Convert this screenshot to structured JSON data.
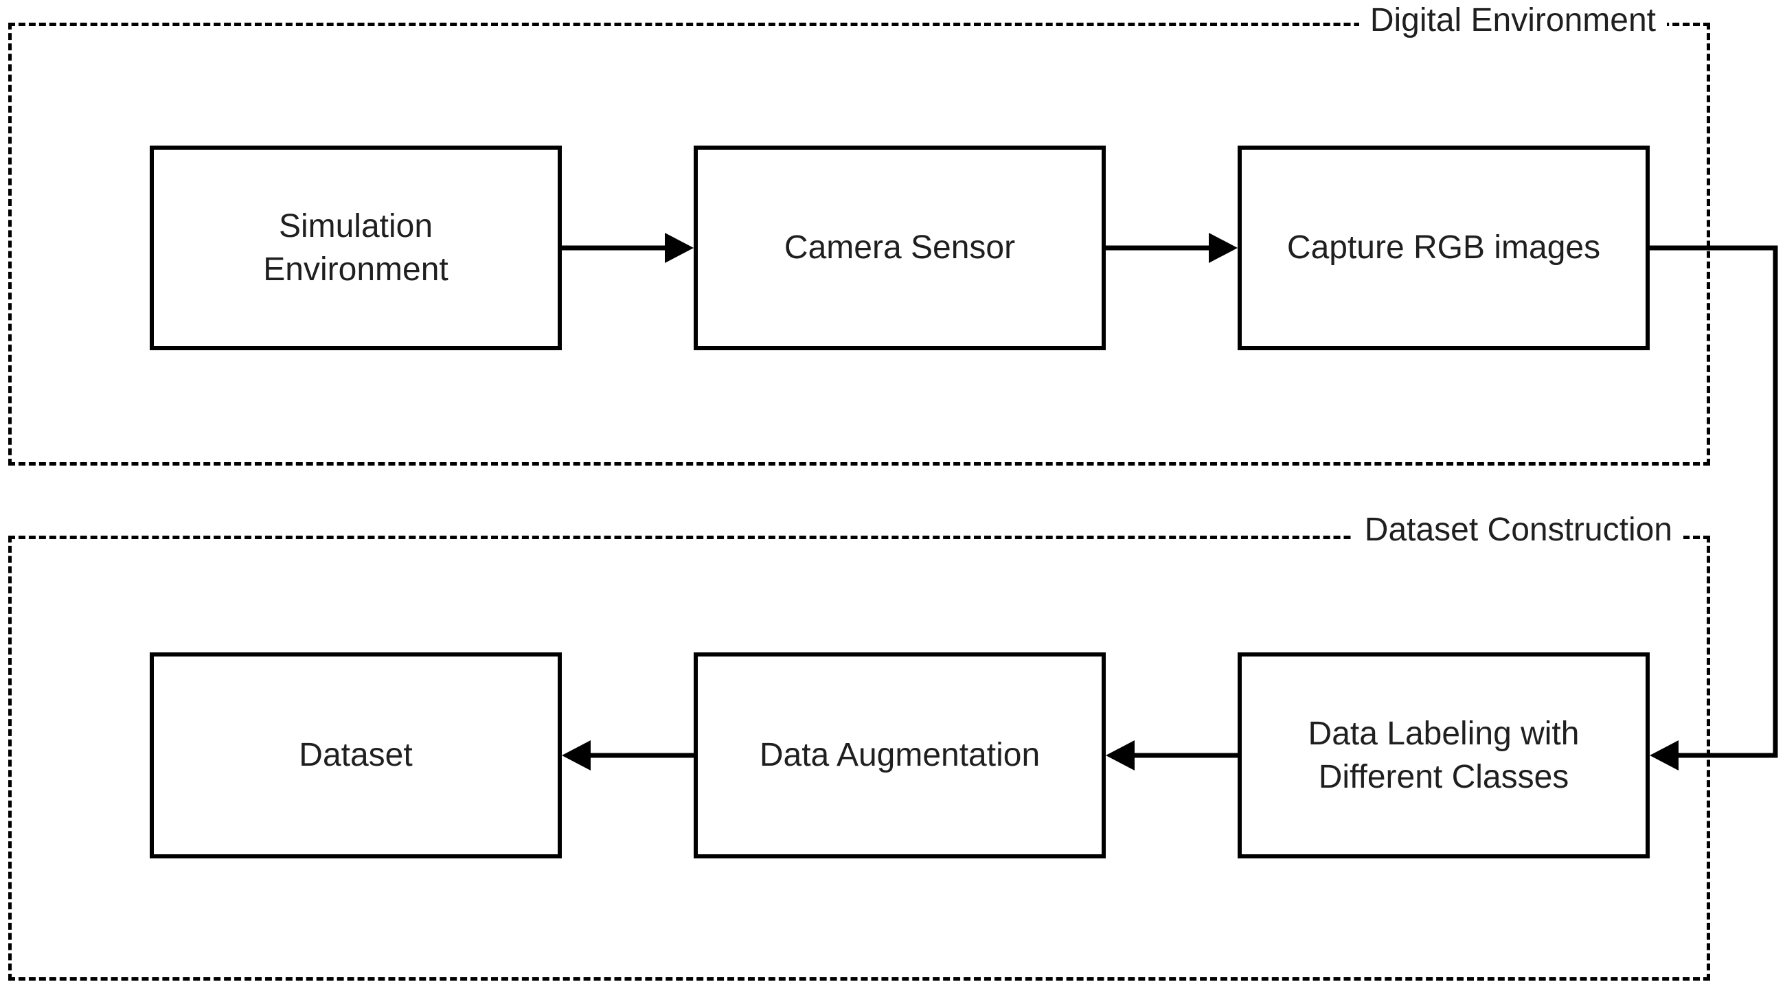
{
  "figure": {
    "type": "flowchart",
    "background_color": "#ffffff",
    "line_color": "#000000",
    "text_color": "#1f1f1f",
    "containers": [
      {
        "id": "digital-environment",
        "label": "Digital Environment"
      },
      {
        "id": "dataset-construction",
        "label": "Dataset Construction"
      }
    ],
    "nodes": [
      {
        "id": "simulation-environment",
        "label": "Simulation\nEnvironment",
        "container": "Digital Environment"
      },
      {
        "id": "camera-sensor",
        "label": "Camera Sensor",
        "container": "Digital Environment"
      },
      {
        "id": "capture-rgb-images",
        "label": "Capture RGB images",
        "container": "Digital Environment"
      },
      {
        "id": "data-labeling",
        "label": "Data Labeling with\nDifferent Classes",
        "container": "Dataset Construction"
      },
      {
        "id": "data-augmentation",
        "label": "Data Augmentation",
        "container": "Dataset Construction"
      },
      {
        "id": "dataset",
        "label": "Dataset",
        "container": "Dataset Construction"
      }
    ],
    "edges": [
      {
        "from": "simulation-environment",
        "to": "camera-sensor"
      },
      {
        "from": "camera-sensor",
        "to": "capture-rgb-images"
      },
      {
        "from": "capture-rgb-images",
        "to": "data-labeling"
      },
      {
        "from": "data-labeling",
        "to": "data-augmentation"
      },
      {
        "from": "data-augmentation",
        "to": "dataset"
      }
    ]
  }
}
